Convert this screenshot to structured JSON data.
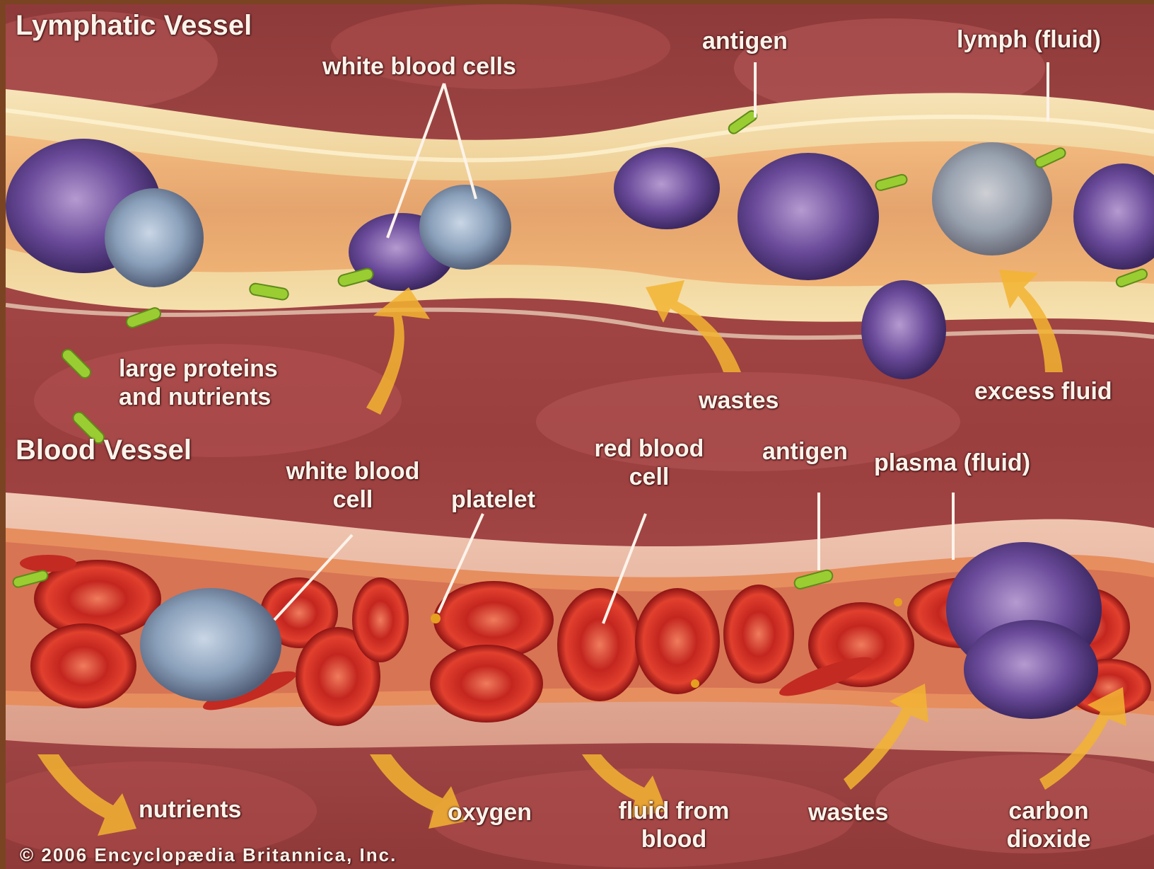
{
  "lymphatic": {
    "title": "Lymphatic Vessel",
    "labels": {
      "white_blood_cells": "white blood cells",
      "antigen": "antigen",
      "lymph": "lymph (fluid)",
      "large_proteins": "large proteins\nand nutrients",
      "wastes": "wastes",
      "excess_fluid": "excess fluid"
    }
  },
  "blood": {
    "title": "Blood Vessel",
    "labels": {
      "white_blood_cell": "white blood\ncell",
      "platelet": "platelet",
      "red_blood_cell": "red blood\ncell",
      "antigen": "antigen",
      "plasma": "plasma (fluid)",
      "nutrients": "nutrients",
      "oxygen": "oxygen",
      "fluid_from_blood": "fluid from\nblood",
      "wastes": "wastes",
      "carbon_dioxide": "carbon\ndioxide"
    }
  },
  "copyright": "© 2006 Encyclopædia Britannica, Inc.",
  "colors": {
    "tissue": "#9a3e3e",
    "lymph_vessel": "#f0d6a0",
    "blood_vessel": "#e8b7a0",
    "red_cell": "#d2322a",
    "white_cell": "#6a4a9a",
    "antigen": "#9acd32",
    "arrow": "#f2b431"
  }
}
